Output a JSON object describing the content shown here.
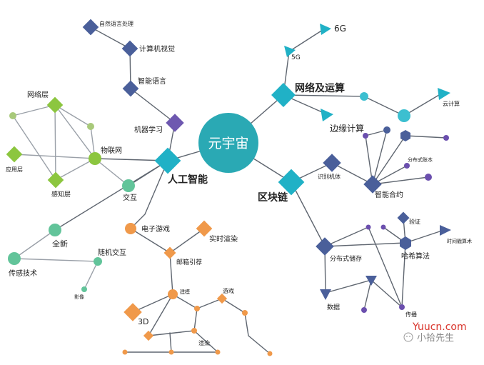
{
  "center": {
    "label": "元宇宙",
    "color": "#2aa9b4"
  },
  "colors": {
    "teal": "#20b1c6",
    "navy": "#4a5f9a",
    "purple": "#6e58b0",
    "green": "#8cc63f",
    "sage": "#62c49a",
    "orange": "#f0994a",
    "edge": "#5f6670",
    "edge_light": "#9aa0a8",
    "text": "#222222"
  },
  "labels": {
    "nlp": "自然语言处理",
    "cv": "计算机视觉",
    "smart_lang": "智能语言",
    "ml": "机器学习",
    "ai": "人工智能",
    "network_layer": "网络层",
    "iot": "物联网",
    "app_layer": "应用层",
    "sense_layer": "感知层",
    "interaction": "交互",
    "allnew": "全新",
    "random_inter": "随机交互",
    "sensing": "传感技术",
    "image": "影像",
    "egame": "电子游戏",
    "realtime_render": "实时渲染",
    "mail_guide": "邮箱引荐",
    "build": "建模",
    "game": "游戏",
    "three_d": "3D",
    "render": "渲染",
    "g6": "6G",
    "g5": "5G",
    "net_compute": "网络及运算",
    "cloud": "云计算",
    "edge_compute": "边缘计算",
    "blockchain": "区块链",
    "recog": "识别机体",
    "dist_ledger": "分布式账本",
    "smart_contract": "智能合约",
    "verify": "验证",
    "time_stamp": "时间戳算术",
    "hash": "哈希算法",
    "dist_store": "分布式储存",
    "data": "数据",
    "broadcast": "传播"
  },
  "watermark": {
    "site": "Yuucn.com",
    "author": "小拾先生",
    "site_color": "#d9342b"
  }
}
